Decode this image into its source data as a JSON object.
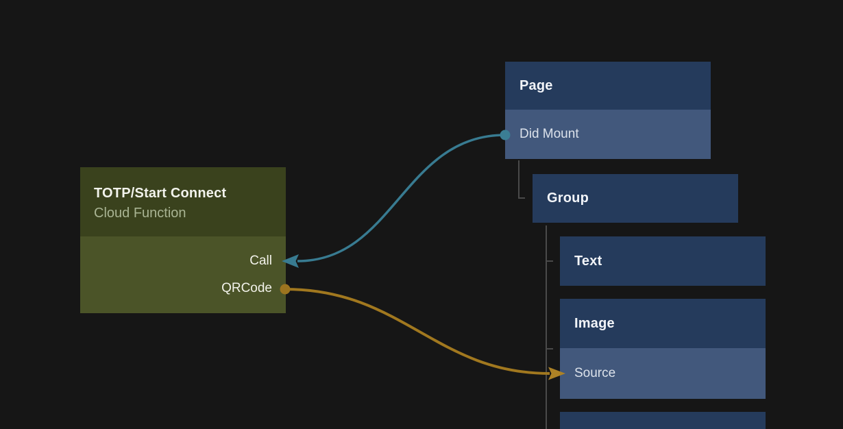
{
  "canvas": {
    "background": "#161616"
  },
  "function_node": {
    "title": "TOTP/Start Connect",
    "subtitle": "Cloud Function",
    "ports": {
      "call_label": "Call",
      "qrcode_label": "QRCode"
    },
    "colors": {
      "header": "#3a421d",
      "body": "#4b5428",
      "title_text": "#f2f3ec",
      "subtitle_text": "#a9b493",
      "port_text": "#f2f2ea"
    }
  },
  "widget_tree": {
    "nodes": [
      {
        "title": "Page",
        "rows": [
          {
            "label": "Did Mount"
          }
        ]
      },
      {
        "title": "Group",
        "rows": []
      },
      {
        "title": "Text",
        "rows": []
      },
      {
        "title": "Image",
        "rows": [
          {
            "label": "Source"
          }
        ]
      },
      {
        "title": "",
        "rows": []
      }
    ],
    "colors": {
      "header": "#253b5c",
      "row": "#42587c",
      "header_text": "#f2f4f8",
      "row_text": "#dce2eb",
      "tree_line": "#4a4a4a"
    }
  },
  "edges": [
    {
      "from": "Page / Did Mount",
      "to": "TOTP/Start Connect / Call",
      "color": "#387b91",
      "start": "dot",
      "end": "arrow"
    },
    {
      "from": "TOTP/Start Connect / QRCode",
      "to": "Image / Source",
      "color": "#a1781f",
      "start": "dot",
      "end": "arrow"
    }
  ]
}
